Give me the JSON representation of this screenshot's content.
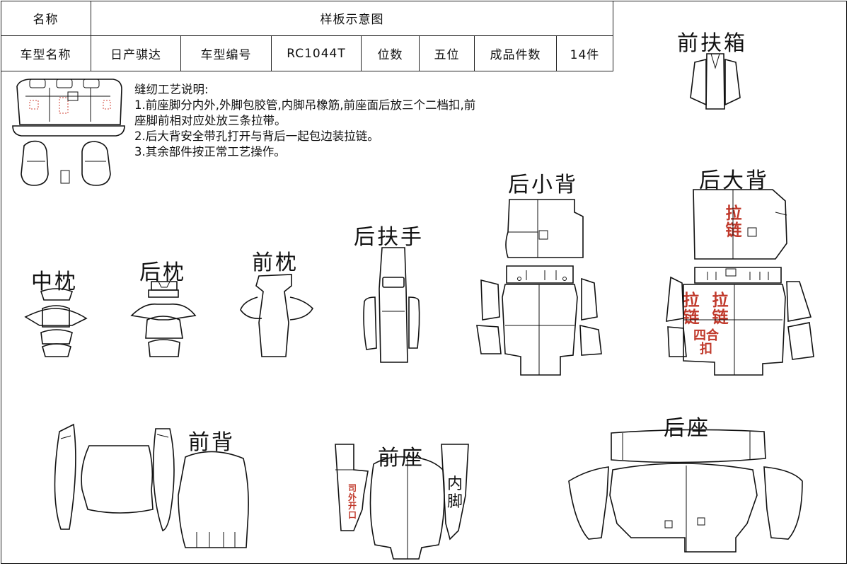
{
  "header": {
    "name_label": "名称",
    "diagram_title": "样板示意图",
    "model_name_label": "车型名称",
    "model_name": "日产骐达",
    "model_no_label": "车型编号",
    "model_no": "RC1044T",
    "seats_label": "位数",
    "seats": "五位",
    "pieces_label": "成品件数",
    "pieces": "14件"
  },
  "notes": {
    "title": "缝纫工艺说明:",
    "line1": "1.前座脚分内外,外脚包胶管,内脚吊橡筋,前座面后放三个二档扣,前",
    "line2": "座脚前相对应处放三条拉带。",
    "line3": "2.后大背安全带孔打开与背后一起包边装拉链。",
    "line4": "3.其余部件按正常工艺操作。"
  },
  "parts": {
    "front_storage": "前扶箱",
    "rear_small_back": "后小背",
    "rear_big_back": "后大背",
    "rear_armrest": "后扶手",
    "front_headrest": "前枕",
    "rear_headrest": "后枕",
    "middle_headrest": "中枕",
    "front_back": "前背",
    "front_seat": "前座",
    "rear_seat": "后座"
  },
  "annotations": {
    "zipper": "拉链",
    "zipper_left": "拉链",
    "zipper_right": "拉链",
    "snap": "四合扣",
    "driver_opening": "司外开口",
    "inner_leg": "内脚"
  },
  "colors": {
    "line": "#111111",
    "annotation_red": "#c0392b"
  }
}
